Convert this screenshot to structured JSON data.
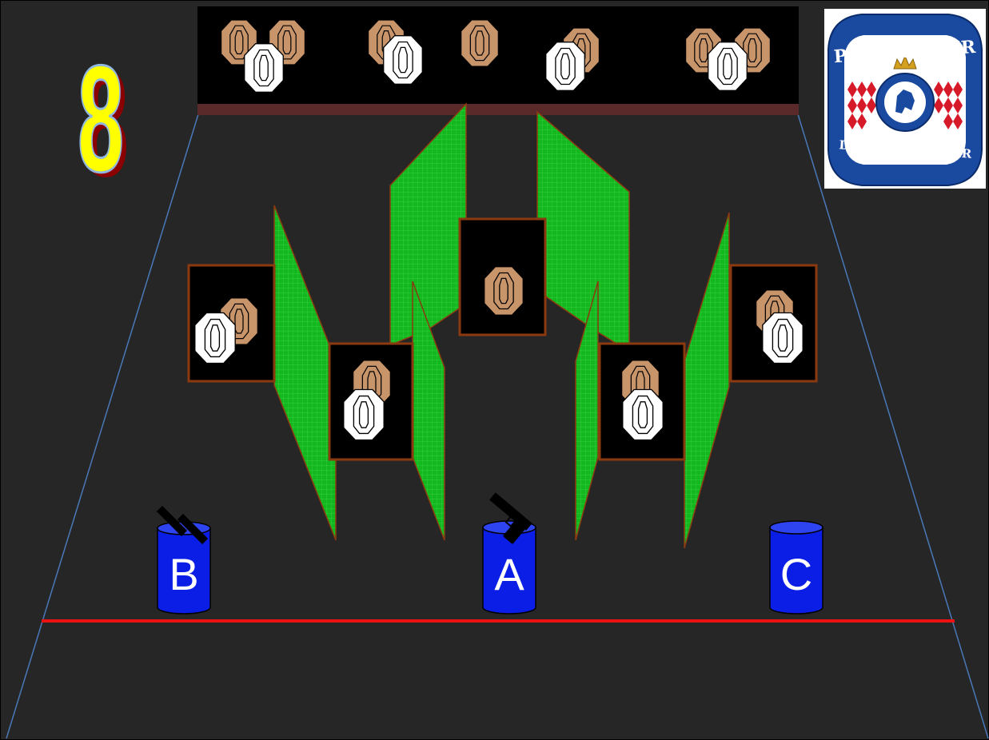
{
  "stage": {
    "number": "8"
  },
  "sponsor_logo": {
    "name": "PUNTIGAMER",
    "slogan": "DAS „bierige“ BIER"
  },
  "barrels": [
    {
      "label": "B",
      "item": "magazines"
    },
    {
      "label": "A",
      "item": "pistol"
    },
    {
      "label": "C",
      "item": "none"
    }
  ],
  "colors": {
    "background": "#262626",
    "backstop": "#000000",
    "berm_strip": "#5a2a2a",
    "wall_fill": "#12b81e",
    "wall_border": "#8b3a10",
    "target_brown": "#c8946a",
    "target_white": "#ffffff",
    "barrel_blue": "#0a1ee6",
    "fault_line": "#ee1111",
    "range_edge": "#4a78b8",
    "stage_number_fill": "#ffff00"
  },
  "icons": [
    "paper-target-icon",
    "no-shoot-target-icon",
    "pistol-icon",
    "magazine-icon",
    "barrel-icon"
  ]
}
